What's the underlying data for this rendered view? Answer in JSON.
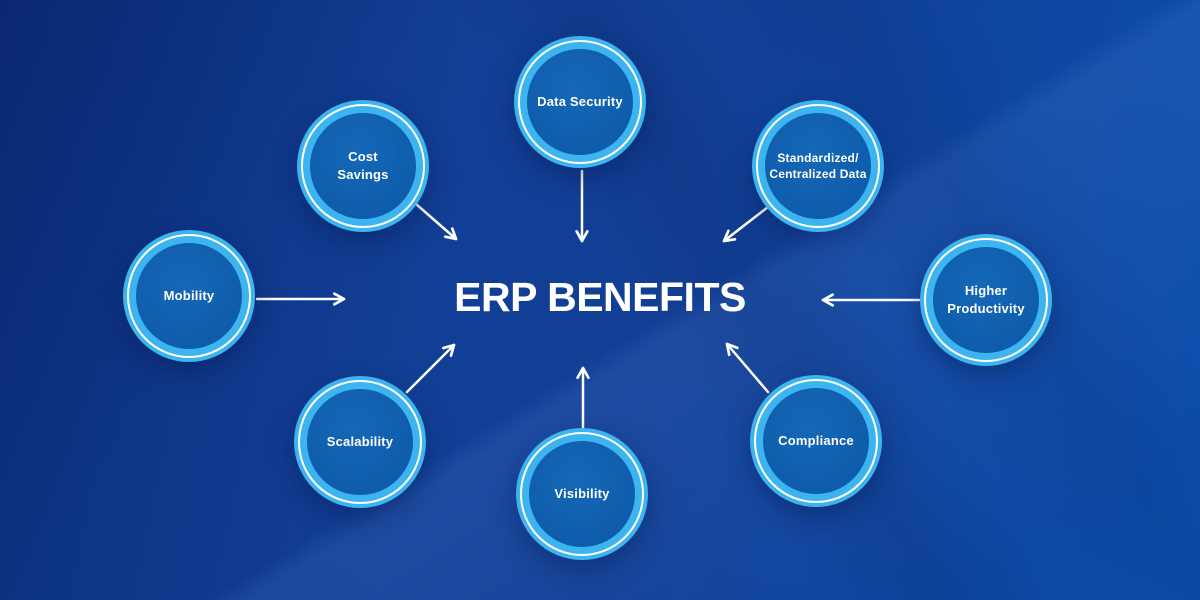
{
  "title": "ERP BENEFITS",
  "colors": {
    "ring": "#3CB4F0",
    "ring_line": "#FFFFFF",
    "node_fill": "#0E5CAB",
    "node_fill_light": "#1568B6",
    "bg_dark": "#0C2E7C",
    "bg_mid": "#123F96",
    "bg_light": "#0B4EAD",
    "text": "#FFFFFF"
  },
  "nodes": [
    {
      "id": "data-security",
      "label": "Data Security"
    },
    {
      "id": "cost-savings",
      "label": "Cost\nSavings"
    },
    {
      "id": "standardized-centralized-data",
      "label": "Standardized/\nCentralized Data"
    },
    {
      "id": "mobility",
      "label": "Mobility"
    },
    {
      "id": "higher-productivity",
      "label": "Higher\nProductivity"
    },
    {
      "id": "scalability",
      "label": "Scalability"
    },
    {
      "id": "visibility",
      "label": "Visibility"
    },
    {
      "id": "compliance",
      "label": "Compliance"
    }
  ]
}
